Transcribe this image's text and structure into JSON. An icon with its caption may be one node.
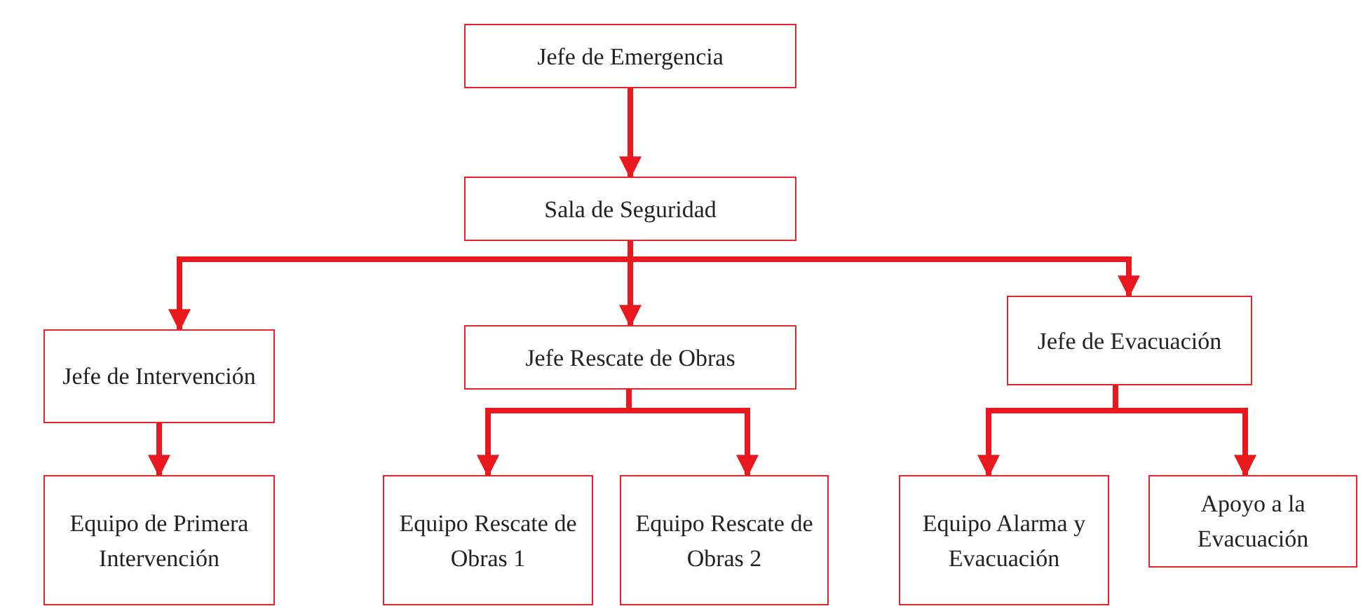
{
  "diagram": {
    "nodes": [
      {
        "text": [
          "Jefe de Emergencia"
        ]
      },
      {
        "text": [
          "Sala de Seguridad"
        ]
      },
      {
        "text": [
          "Jefe de Intervención"
        ]
      },
      {
        "text": [
          "Jefe Rescate de Obras"
        ]
      },
      {
        "text": [
          "Jefe de Evacuación"
        ]
      },
      {
        "text": [
          "Equipo de Primera Intervención"
        ]
      },
      {
        "text": [
          "Equipo Rescate de Obras 1"
        ]
      },
      {
        "text": [
          "Equipo Rescate de Obras 2"
        ]
      },
      {
        "text": [
          "Equipo Alarma y Evacuación"
        ]
      },
      {
        "text": [
          "Apoyo a la Evacuación"
        ]
      }
    ],
    "edges": [
      {
        "from": 0,
        "to": 1,
        "arrow": "to"
      },
      {
        "from": 1,
        "to": 2,
        "arrow": "to"
      },
      {
        "from": 1,
        "to": 3,
        "arrow": "to"
      },
      {
        "from": 1,
        "to": 4,
        "arrow": "to"
      },
      {
        "from": 2,
        "to": 5,
        "arrow": "to"
      },
      {
        "from": 3,
        "to": 6,
        "arrow": "to"
      },
      {
        "from": 3,
        "to": 7,
        "arrow": "to"
      },
      {
        "from": 4,
        "to": 8,
        "arrow": "to"
      },
      {
        "from": 4,
        "to": 9,
        "arrow": "to"
      }
    ]
  }
}
